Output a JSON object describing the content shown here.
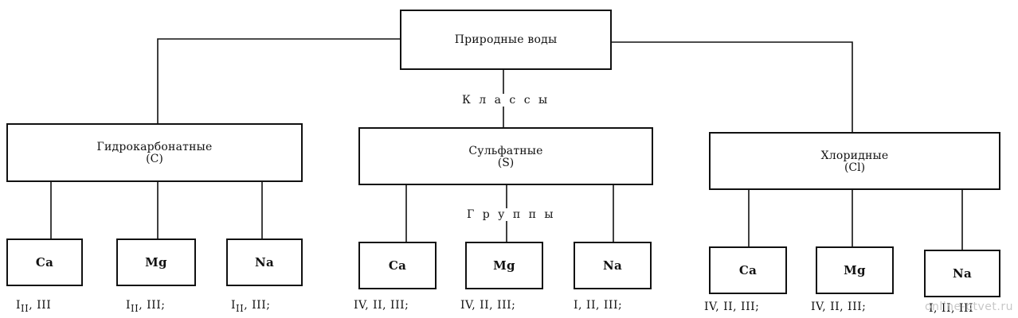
{
  "root": {
    "label": "Природные воды"
  },
  "classes_label": "К л а с с ы",
  "groups_label": "Г р у п п ы",
  "classes": [
    {
      "name": "Гидрокарбонатные",
      "code": "(С)",
      "groups": [
        {
          "label": "Ca",
          "types": "I",
          "types_sub": "II",
          "types_rest": ", III"
        },
        {
          "label": "Mg",
          "types": "I",
          "types_sub": "II",
          "types_rest": ", III;"
        },
        {
          "label": "Na",
          "types": "I",
          "types_sub": "II",
          "types_rest": ", III;"
        }
      ]
    },
    {
      "name": "Сульфатные",
      "code": "(S)",
      "groups": [
        {
          "label": "Ca",
          "types": "IV, II, III;"
        },
        {
          "label": "Mg",
          "types": "IV, II, III;"
        },
        {
          "label": "Na",
          "types": "I, II, III;"
        }
      ]
    },
    {
      "name": "Хлоридные",
      "code": "(Cl)",
      "groups": [
        {
          "label": "Ca",
          "types": "IV, II, III;"
        },
        {
          "label": "Mg",
          "types": "IV, II, III;"
        },
        {
          "label": "Na",
          "types": "I, II, III"
        }
      ]
    }
  ],
  "watermark": "online-otvet.ru"
}
